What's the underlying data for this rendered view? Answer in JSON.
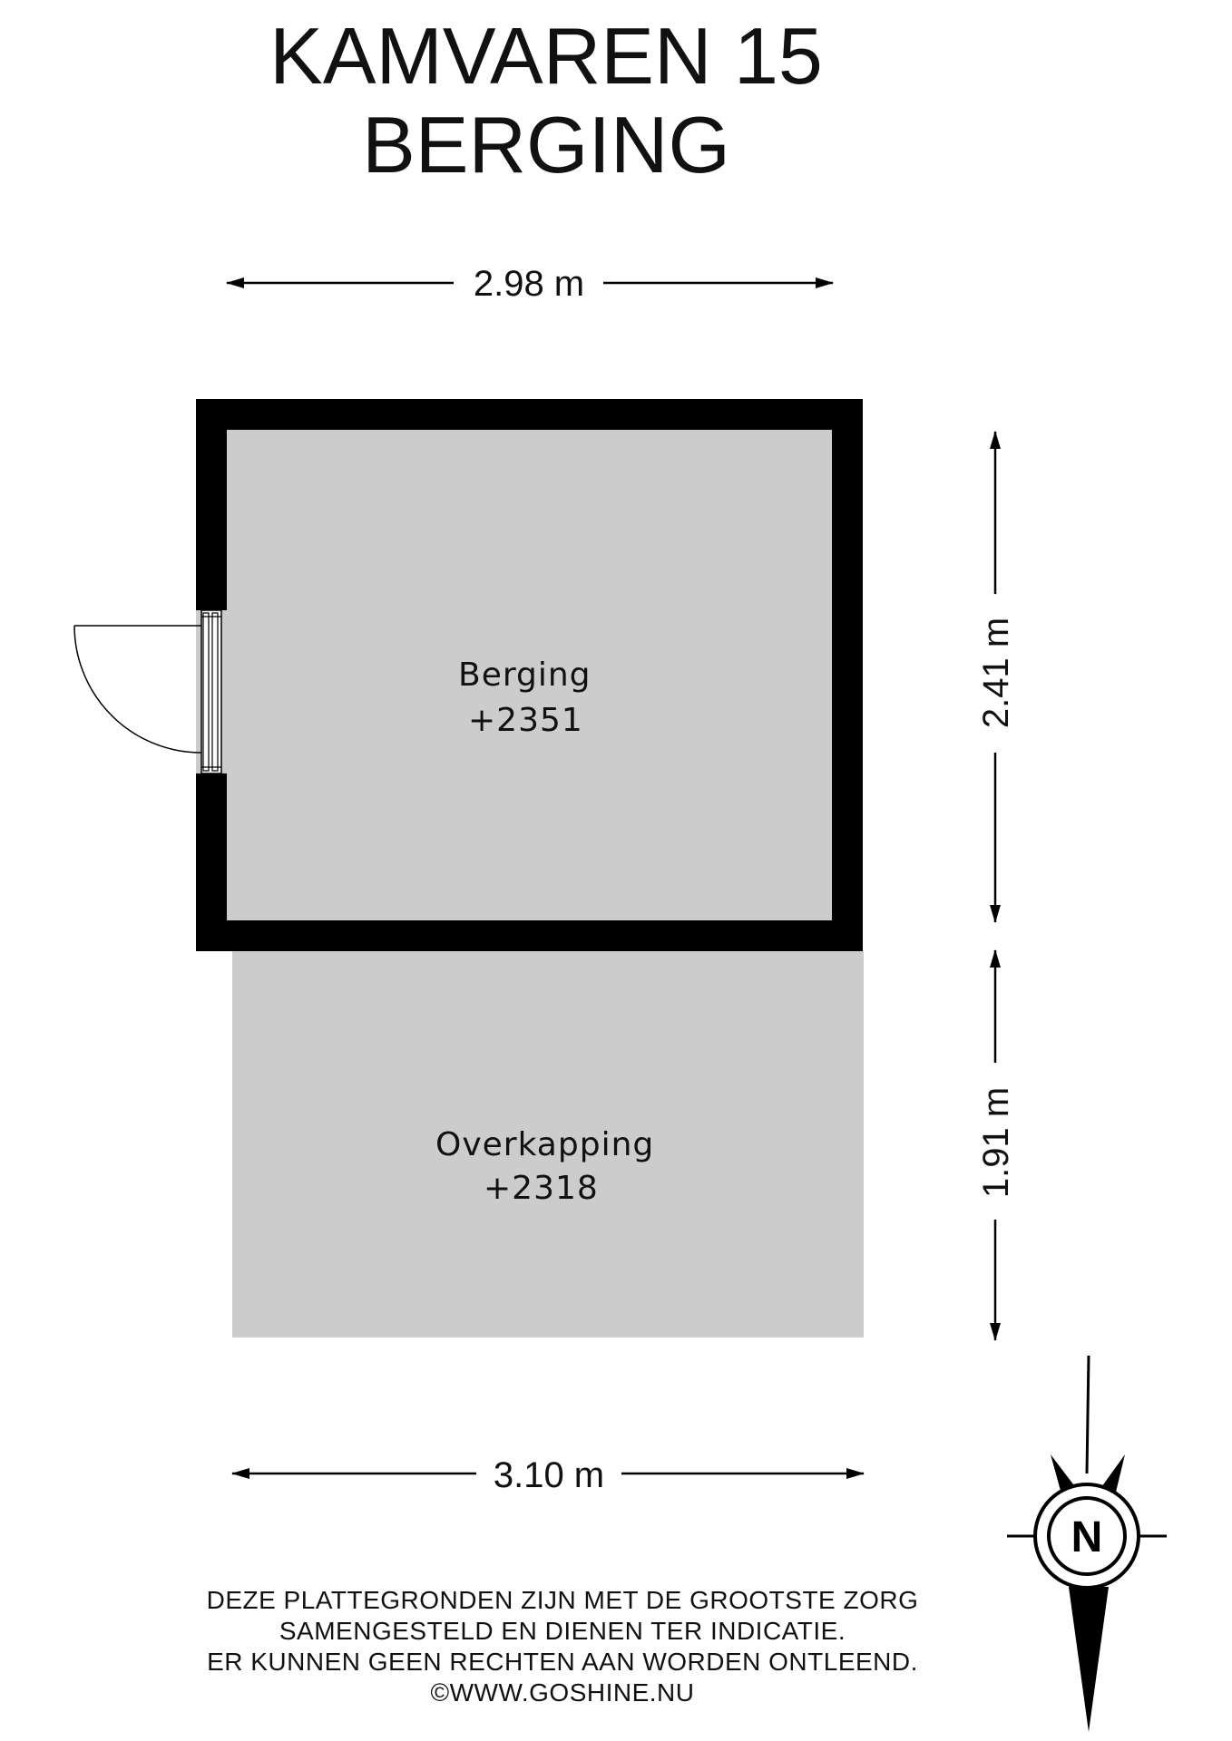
{
  "title": {
    "line1": "KAMVAREN 15",
    "line2": "BERGING"
  },
  "dimensions": {
    "top_width": "2.98 m",
    "bottom_width": "3.10 m",
    "berging_depth": "2.41 m",
    "overkapping_depth": "1.91 m"
  },
  "rooms": {
    "berging": {
      "name": "Berging",
      "level": "+2351"
    },
    "overkapping": {
      "name": "Overkapping",
      "level": "+2318"
    }
  },
  "compass": {
    "letter": "N"
  },
  "disclaimer": {
    "line1": "DEZE PLATTEGRONDEN ZIJN MET DE GROOTSTE ZORG",
    "line2": "SAMENGESTELD EN DIENEN TER INDICATIE.",
    "line3": "ER KUNNEN GEEN RECHTEN AAN WORDEN ONTLEEND.",
    "line4": "©WWW.GOSHINE.NU"
  },
  "colors": {
    "wall": "#000000",
    "floor": "#cccccc",
    "background": "#ffffff"
  }
}
